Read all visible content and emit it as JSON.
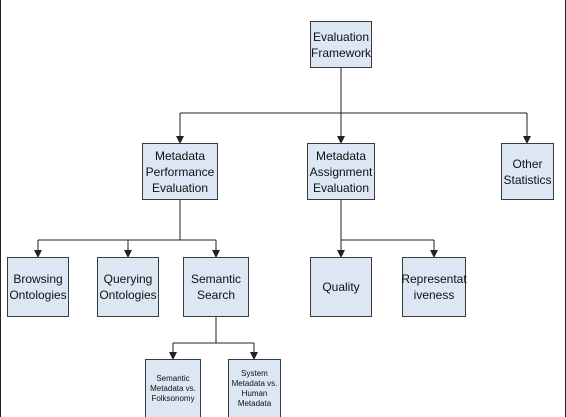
{
  "diagram": {
    "nodes": {
      "root": "Evaluation\nFramework",
      "metadata_performance": "Metadata\nPerformance\nEvaluation",
      "metadata_assignment": "Metadata\nAssignment\nEvaluation",
      "other_statistics": "Other\nStatistics",
      "browsing_ontologies": "Browsing\nOntologies",
      "querying_ontologies": "Querying\nOntologies",
      "semantic_search": "Semantic\nSearch",
      "quality": "Quality",
      "representativeness": "Representat\niveness",
      "semantic_vs_folksonomy": "Semantic\nMetadata vs.\nFolksonomy",
      "system_vs_human": "System\nMetadata vs.\nHuman\nMetadata"
    },
    "colors": {
      "node_fill": "#dde6f3",
      "node_border": "#3a3a3a",
      "connector": "#222222"
    }
  }
}
